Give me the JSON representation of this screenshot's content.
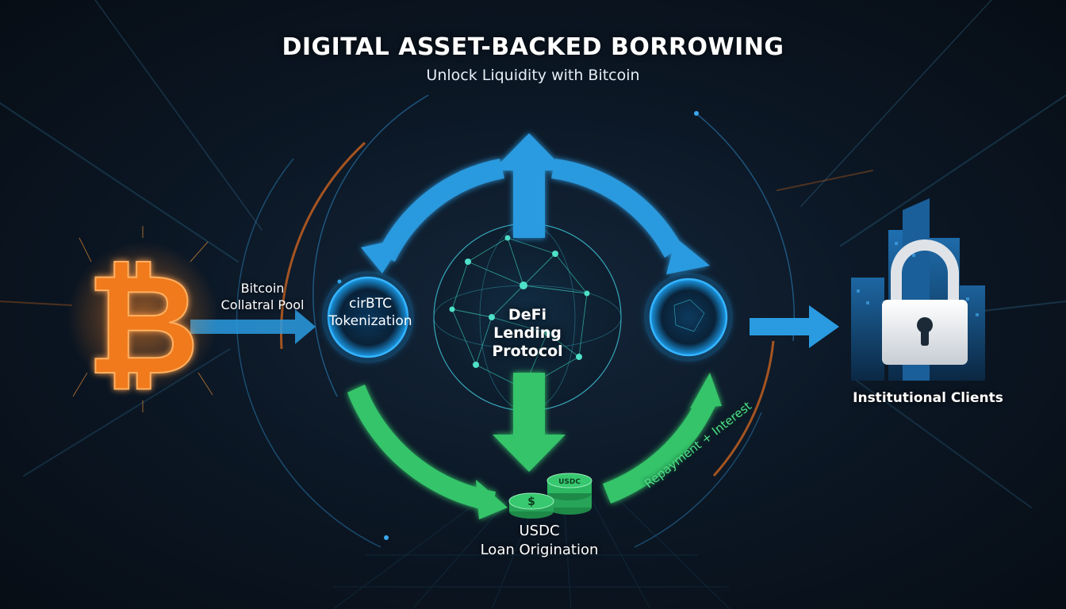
{
  "header": {
    "title": "DIGITAL ASSET-BACKED BORROWING",
    "subtitle": "Unlock Liquidity with Bitcoin"
  },
  "nodes": {
    "collateral_pool": {
      "line1": "Bitcoin",
      "line2": "Collatral Pool"
    },
    "tokenization": {
      "line1": "cirBTC",
      "line2": "Tokenization"
    },
    "defi_protocol": {
      "line1": "DeFi",
      "line2": "Lending",
      "line3": "Protocol"
    },
    "loan_origination": {
      "line1": "USDC",
      "line2": "Loan Origination"
    },
    "institutional": {
      "label": "Institutional Clients"
    }
  },
  "flows": {
    "repayment": "Repayment + Interest"
  },
  "coins": {
    "coin_symbol": "$",
    "stack_label": "USDC"
  },
  "icons": [
    "bitcoin-icon",
    "lock-icon",
    "coin-stack-icon",
    "network-globe-icon"
  ],
  "colors": {
    "blue_flow": "#2a9be0",
    "green_flow": "#35c46a",
    "bitcoin_orange": "#f07a1f",
    "orange_arc": "#d8681f",
    "background": "#0b1520"
  }
}
